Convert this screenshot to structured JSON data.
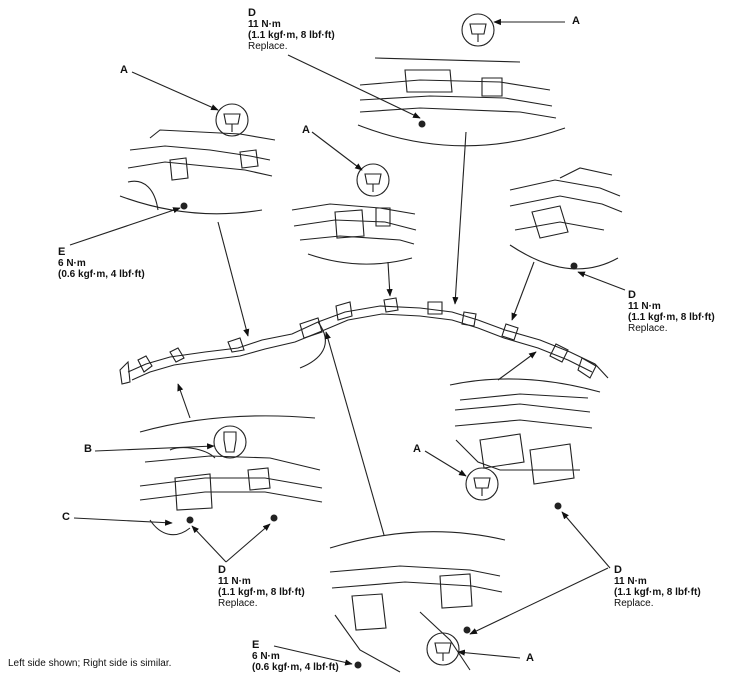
{
  "callouts": [
    {
      "id": "d_top",
      "letter": "D",
      "torque": "11 N·m",
      "alt": "(1.1 kgf·m, 8 lbf·ft)",
      "note": "Replace."
    },
    {
      "id": "a_top_right",
      "letter": "A"
    },
    {
      "id": "a_left",
      "letter": "A"
    },
    {
      "id": "a_mid",
      "letter": "A"
    },
    {
      "id": "e_left",
      "letter": "E",
      "torque": "6 N·m",
      "alt": "(0.6 kgf·m, 4 lbf·ft)"
    },
    {
      "id": "d_right",
      "letter": "D",
      "torque": "11 N·m",
      "alt": "(1.1 kgf·m, 8 lbf·ft)",
      "note": "Replace."
    },
    {
      "id": "b",
      "letter": "B"
    },
    {
      "id": "c",
      "letter": "C"
    },
    {
      "id": "a_lower_right",
      "letter": "A"
    },
    {
      "id": "d_lower_left",
      "letter": "D",
      "torque": "11 N·m",
      "alt": "(1.1 kgf·m, 8 lbf·ft)",
      "note": "Replace."
    },
    {
      "id": "d_lower_right",
      "letter": "D",
      "torque": "11 N·m",
      "alt": "(1.1 kgf·m, 8 lbf·ft)",
      "note": "Replace."
    },
    {
      "id": "a_bottom",
      "letter": "A"
    },
    {
      "id": "e_bottom",
      "letter": "E",
      "torque": "6 N·m",
      "alt": "(0.6 kgf·m, 4 lbf·ft)"
    }
  ],
  "caption": "Left side shown; Right side is similar."
}
